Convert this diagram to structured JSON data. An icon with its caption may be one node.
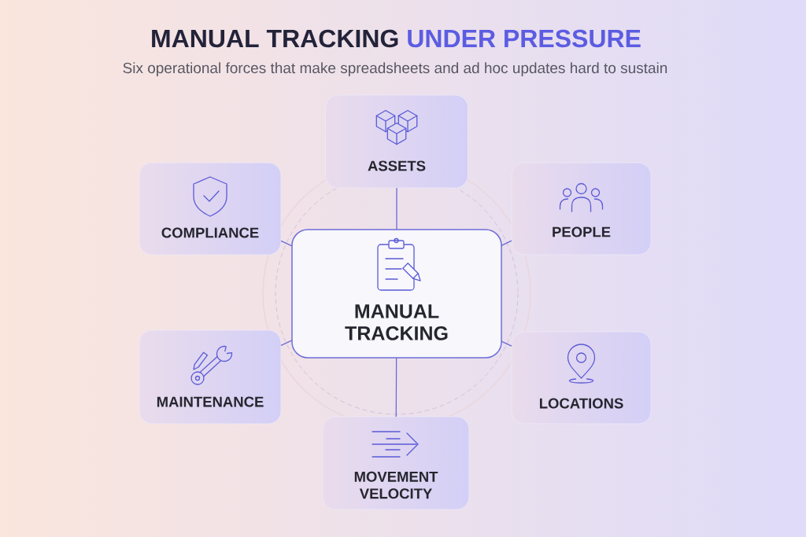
{
  "diagram": {
    "title": "MANUAL TRACKING **UNDER PRESSURE**",
    "nodes": [
      {
        "text": [
          "ASSETS"
        ]
      },
      {
        "text": [
          "COMPLIANCE"
        ]
      },
      {
        "text": [
          "PEOPLE"
        ]
      },
      {
        "text": [
          "MANUAL TRACKING"
        ]
      },
      {
        "text": [
          "MAINTENANCE"
        ]
      },
      {
        "text": [
          "LOCATIONS"
        ]
      },
      {
        "text": [
          "MOVEMENT VELOCITY"
        ]
      }
    ],
    "edges": [
      {
        "from": 3,
        "to": 0,
        "arrow": "none"
      },
      {
        "from": 3,
        "to": 1,
        "arrow": "none"
      },
      {
        "from": 3,
        "to": 2,
        "arrow": "none"
      },
      {
        "from": 3,
        "to": 4,
        "arrow": "none"
      },
      {
        "from": 3,
        "to": 5,
        "arrow": "none"
      },
      {
        "from": 3,
        "to": 6,
        "arrow": "none"
      }
    ],
    "labels": [
      "Six operational forces that make spreadsheets and ad hoc updates hard to sustain"
    ]
  }
}
